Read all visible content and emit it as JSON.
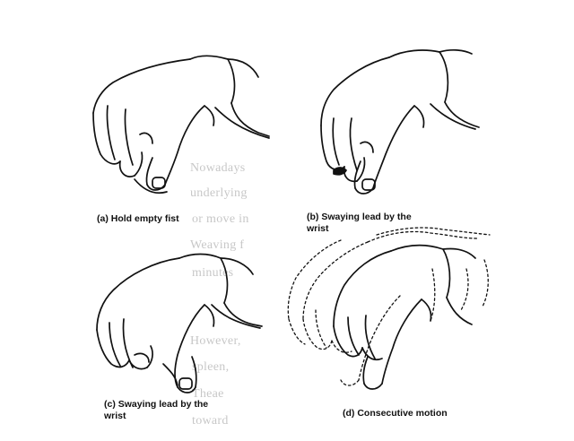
{
  "figure": {
    "panels": [
      {
        "id": "a",
        "caption": "(a) Hold empty fist"
      },
      {
        "id": "b",
        "caption": "(b) Swaying lead by the wrist"
      },
      {
        "id": "c",
        "caption": "(c) Swaying lead by the wrist"
      },
      {
        "id": "d",
        "caption": "(d) Consecutive motion"
      }
    ]
  },
  "show_through_text": [
    "Nowadays",
    "underlying",
    "or move in",
    "Weaving f",
    "minutes",
    "However,",
    "spleen,",
    "Theae",
    "toward"
  ]
}
